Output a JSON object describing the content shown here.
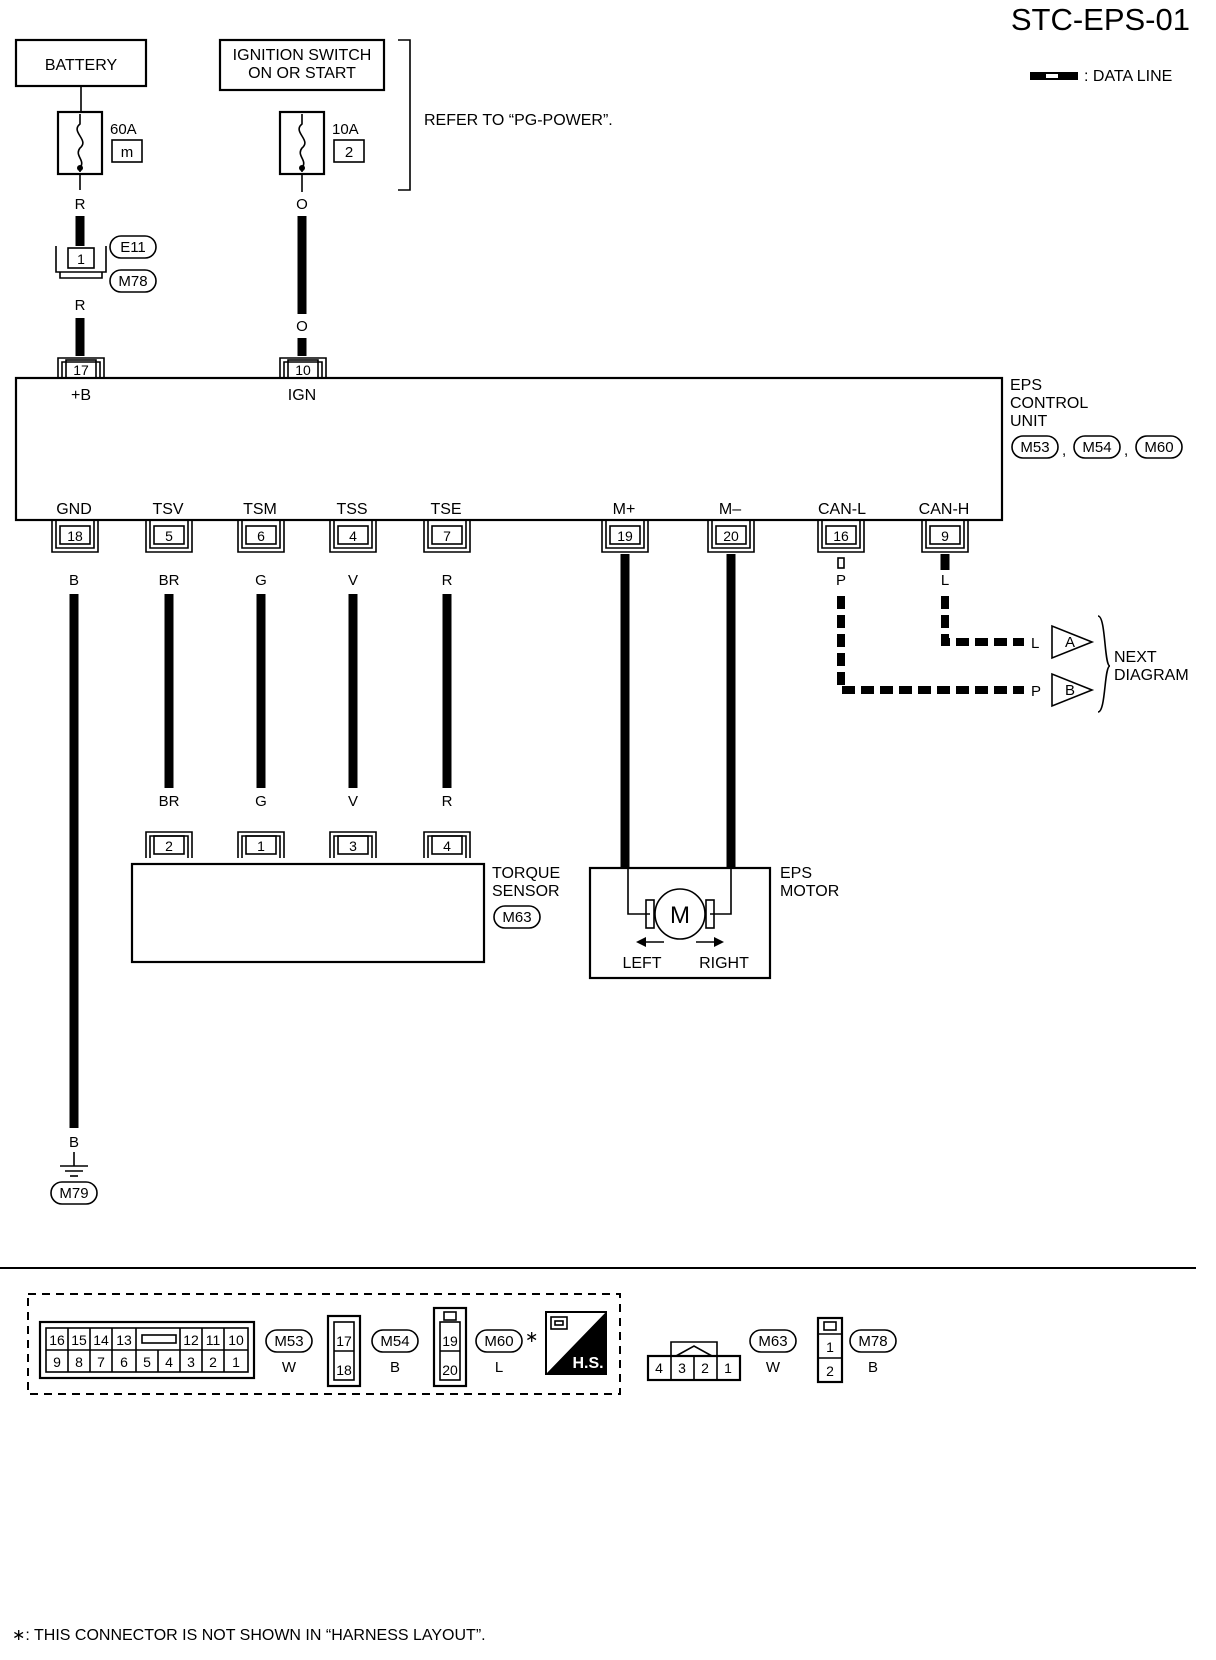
{
  "title": "STC-EPS-01",
  "legend": {
    "data_line": ": DATA LINE"
  },
  "refer_note": "REFER TO “PG-POWER”.",
  "footnote": "∗: THIS CONNECTOR IS NOT SHOWN IN “HARNESS LAYOUT”.",
  "asterisk": "∗",
  "power": {
    "battery": "BATTERY",
    "ignition_line1": "IGNITION SWITCH",
    "ignition_line2": "ON OR START",
    "fuse1_amp": "60A",
    "fuse1_id": "m",
    "fuse2_amp": "10A",
    "fuse2_id": "2"
  },
  "junction": {
    "pin": "1",
    "conn1": "E11",
    "conn2": "M78"
  },
  "colors": {
    "r": "R",
    "o": "O",
    "b": "B",
    "br": "BR",
    "g": "G",
    "v": "V",
    "p": "P",
    "l": "L"
  },
  "ecu": {
    "name_line1": "EPS",
    "name_line2": "CONTROL",
    "name_line3": "UNIT",
    "conn_a": "M53",
    "conn_b": "M54",
    "conn_c": "M60",
    "sep": ",",
    "top_pins": [
      {
        "num": "17",
        "label": "+B"
      },
      {
        "num": "10",
        "label": "IGN"
      }
    ],
    "bottom_pins": [
      {
        "num": "18",
        "label": "GND"
      },
      {
        "num": "5",
        "label": "TSV"
      },
      {
        "num": "6",
        "label": "TSM"
      },
      {
        "num": "4",
        "label": "TSS"
      },
      {
        "num": "7",
        "label": "TSE"
      },
      {
        "num": "19",
        "label": "M+"
      },
      {
        "num": "20",
        "label": "M–"
      },
      {
        "num": "16",
        "label": "CAN-L"
      },
      {
        "num": "9",
        "label": "CAN-H"
      }
    ]
  },
  "torque_sensor": {
    "name_line1": "TORQUE",
    "name_line2": "SENSOR",
    "conn": "M63",
    "pins": [
      "2",
      "1",
      "3",
      "4"
    ]
  },
  "eps_motor": {
    "name_line1": "EPS",
    "name_line2": "MOTOR",
    "symbol": "M",
    "left": "LEFT",
    "right": "RIGHT"
  },
  "ground": {
    "conn": "M79"
  },
  "next_diagram": {
    "line1": "NEXT",
    "line2": "DIAGRAM",
    "a": "A",
    "b": "B"
  },
  "connectors": {
    "m53": {
      "id": "M53",
      "color": "W",
      "top_row": [
        "16",
        "15",
        "14",
        "13",
        "12",
        "11",
        "10"
      ],
      "bottom_row": [
        "9",
        "8",
        "7",
        "6",
        "5",
        "4",
        "3",
        "2",
        "1"
      ]
    },
    "m54": {
      "id": "M54",
      "color": "B",
      "pins": [
        "17",
        "18"
      ]
    },
    "m60": {
      "id": "M60",
      "color": "L",
      "pins": [
        "19",
        "20"
      ]
    },
    "hs": "H.S.",
    "m63": {
      "id": "M63",
      "color": "W",
      "pins": [
        "4",
        "3",
        "2",
        "1"
      ]
    },
    "m78": {
      "id": "M78",
      "color": "B",
      "pins": [
        "1",
        "2"
      ]
    }
  }
}
